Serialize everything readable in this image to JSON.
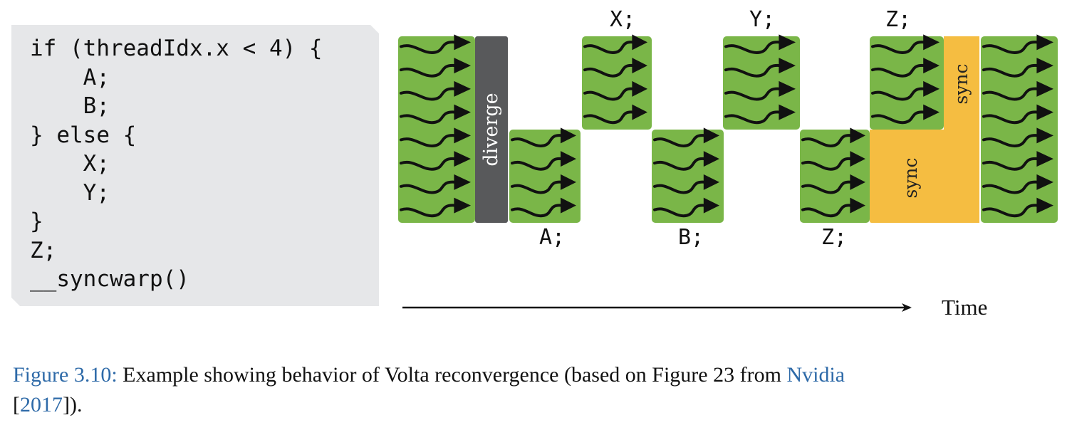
{
  "code": {
    "lines": [
      "if (threadIdx.x < 4) {",
      "    A;",
      "    B;",
      "} else {",
      "    X;",
      "    Y;",
      "}",
      "Z;",
      "__syncwarp()"
    ]
  },
  "diagram": {
    "colors": {
      "thread_block": "#7ab648",
      "diverge": "#58595b",
      "sync": "#f5bd41",
      "arrow": "#111111"
    },
    "diverge_label": "diverge",
    "sync_labels": [
      "sync",
      "sync"
    ],
    "top_labels": [
      "X;",
      "Y;",
      "Z;"
    ],
    "bottom_labels": [
      "A;",
      "B;",
      "Z;"
    ],
    "time_label": "Time",
    "blocks": [
      {
        "name": "all-threads-start",
        "lane_start": 0,
        "lanes": 8
      },
      {
        "name": "block-A",
        "lane_start": 4,
        "lanes": 4
      },
      {
        "name": "block-X",
        "lane_start": 0,
        "lanes": 4
      },
      {
        "name": "block-B",
        "lane_start": 4,
        "lanes": 4
      },
      {
        "name": "block-Y",
        "lane_start": 0,
        "lanes": 4
      },
      {
        "name": "block-Z-lower",
        "lane_start": 4,
        "lanes": 4
      },
      {
        "name": "block-Z-upper",
        "lane_start": 0,
        "lanes": 4
      },
      {
        "name": "all-threads-end",
        "lane_start": 0,
        "lanes": 8
      }
    ]
  },
  "caption": {
    "figure_label": "Figure 3.10:",
    "text_before_link": " Example showing behavior of Volta reconvergence (based on Figure 23 from ",
    "link_text": "Nvidia",
    "line2_open": " [",
    "year_link": "2017",
    "line2_close": "])."
  }
}
